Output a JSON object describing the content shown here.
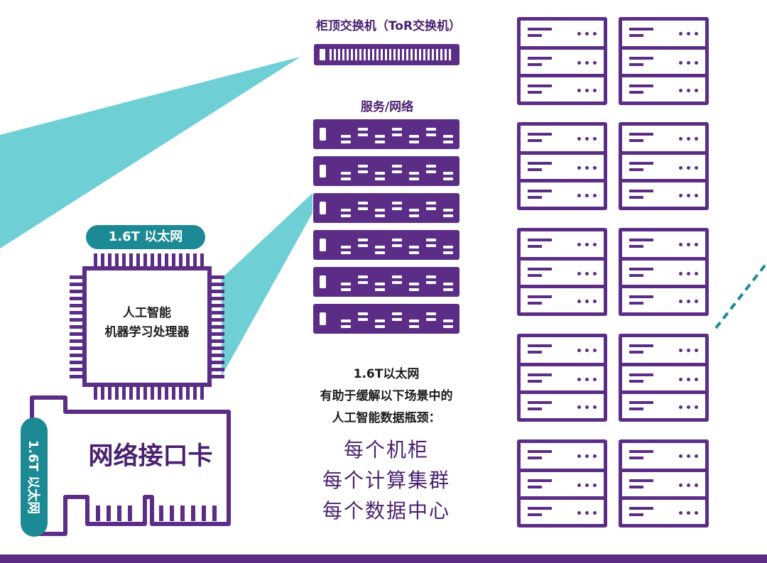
{
  "tor_switch": {
    "title": "柜顶交换机（ToR交换机）"
  },
  "services": {
    "title": "服务/网络"
  },
  "processor": {
    "badge": "1.6T 以太网",
    "line1": "人工智能",
    "line2": "机器学习处理器"
  },
  "nic": {
    "title": "网络接口卡",
    "badge": "1.6T 以太网"
  },
  "description": {
    "line1": "1.6T以太网",
    "line2": "有助于缓解以下场景中的",
    "line3": "人工智能数据瓶颈："
  },
  "scenarios": [
    "每个机柜",
    "每个计算集群",
    "每个数据中心"
  ],
  "colors": {
    "purple": "#5b2d86",
    "teal": "#1c8a94",
    "beam": "#5cc8d0"
  }
}
